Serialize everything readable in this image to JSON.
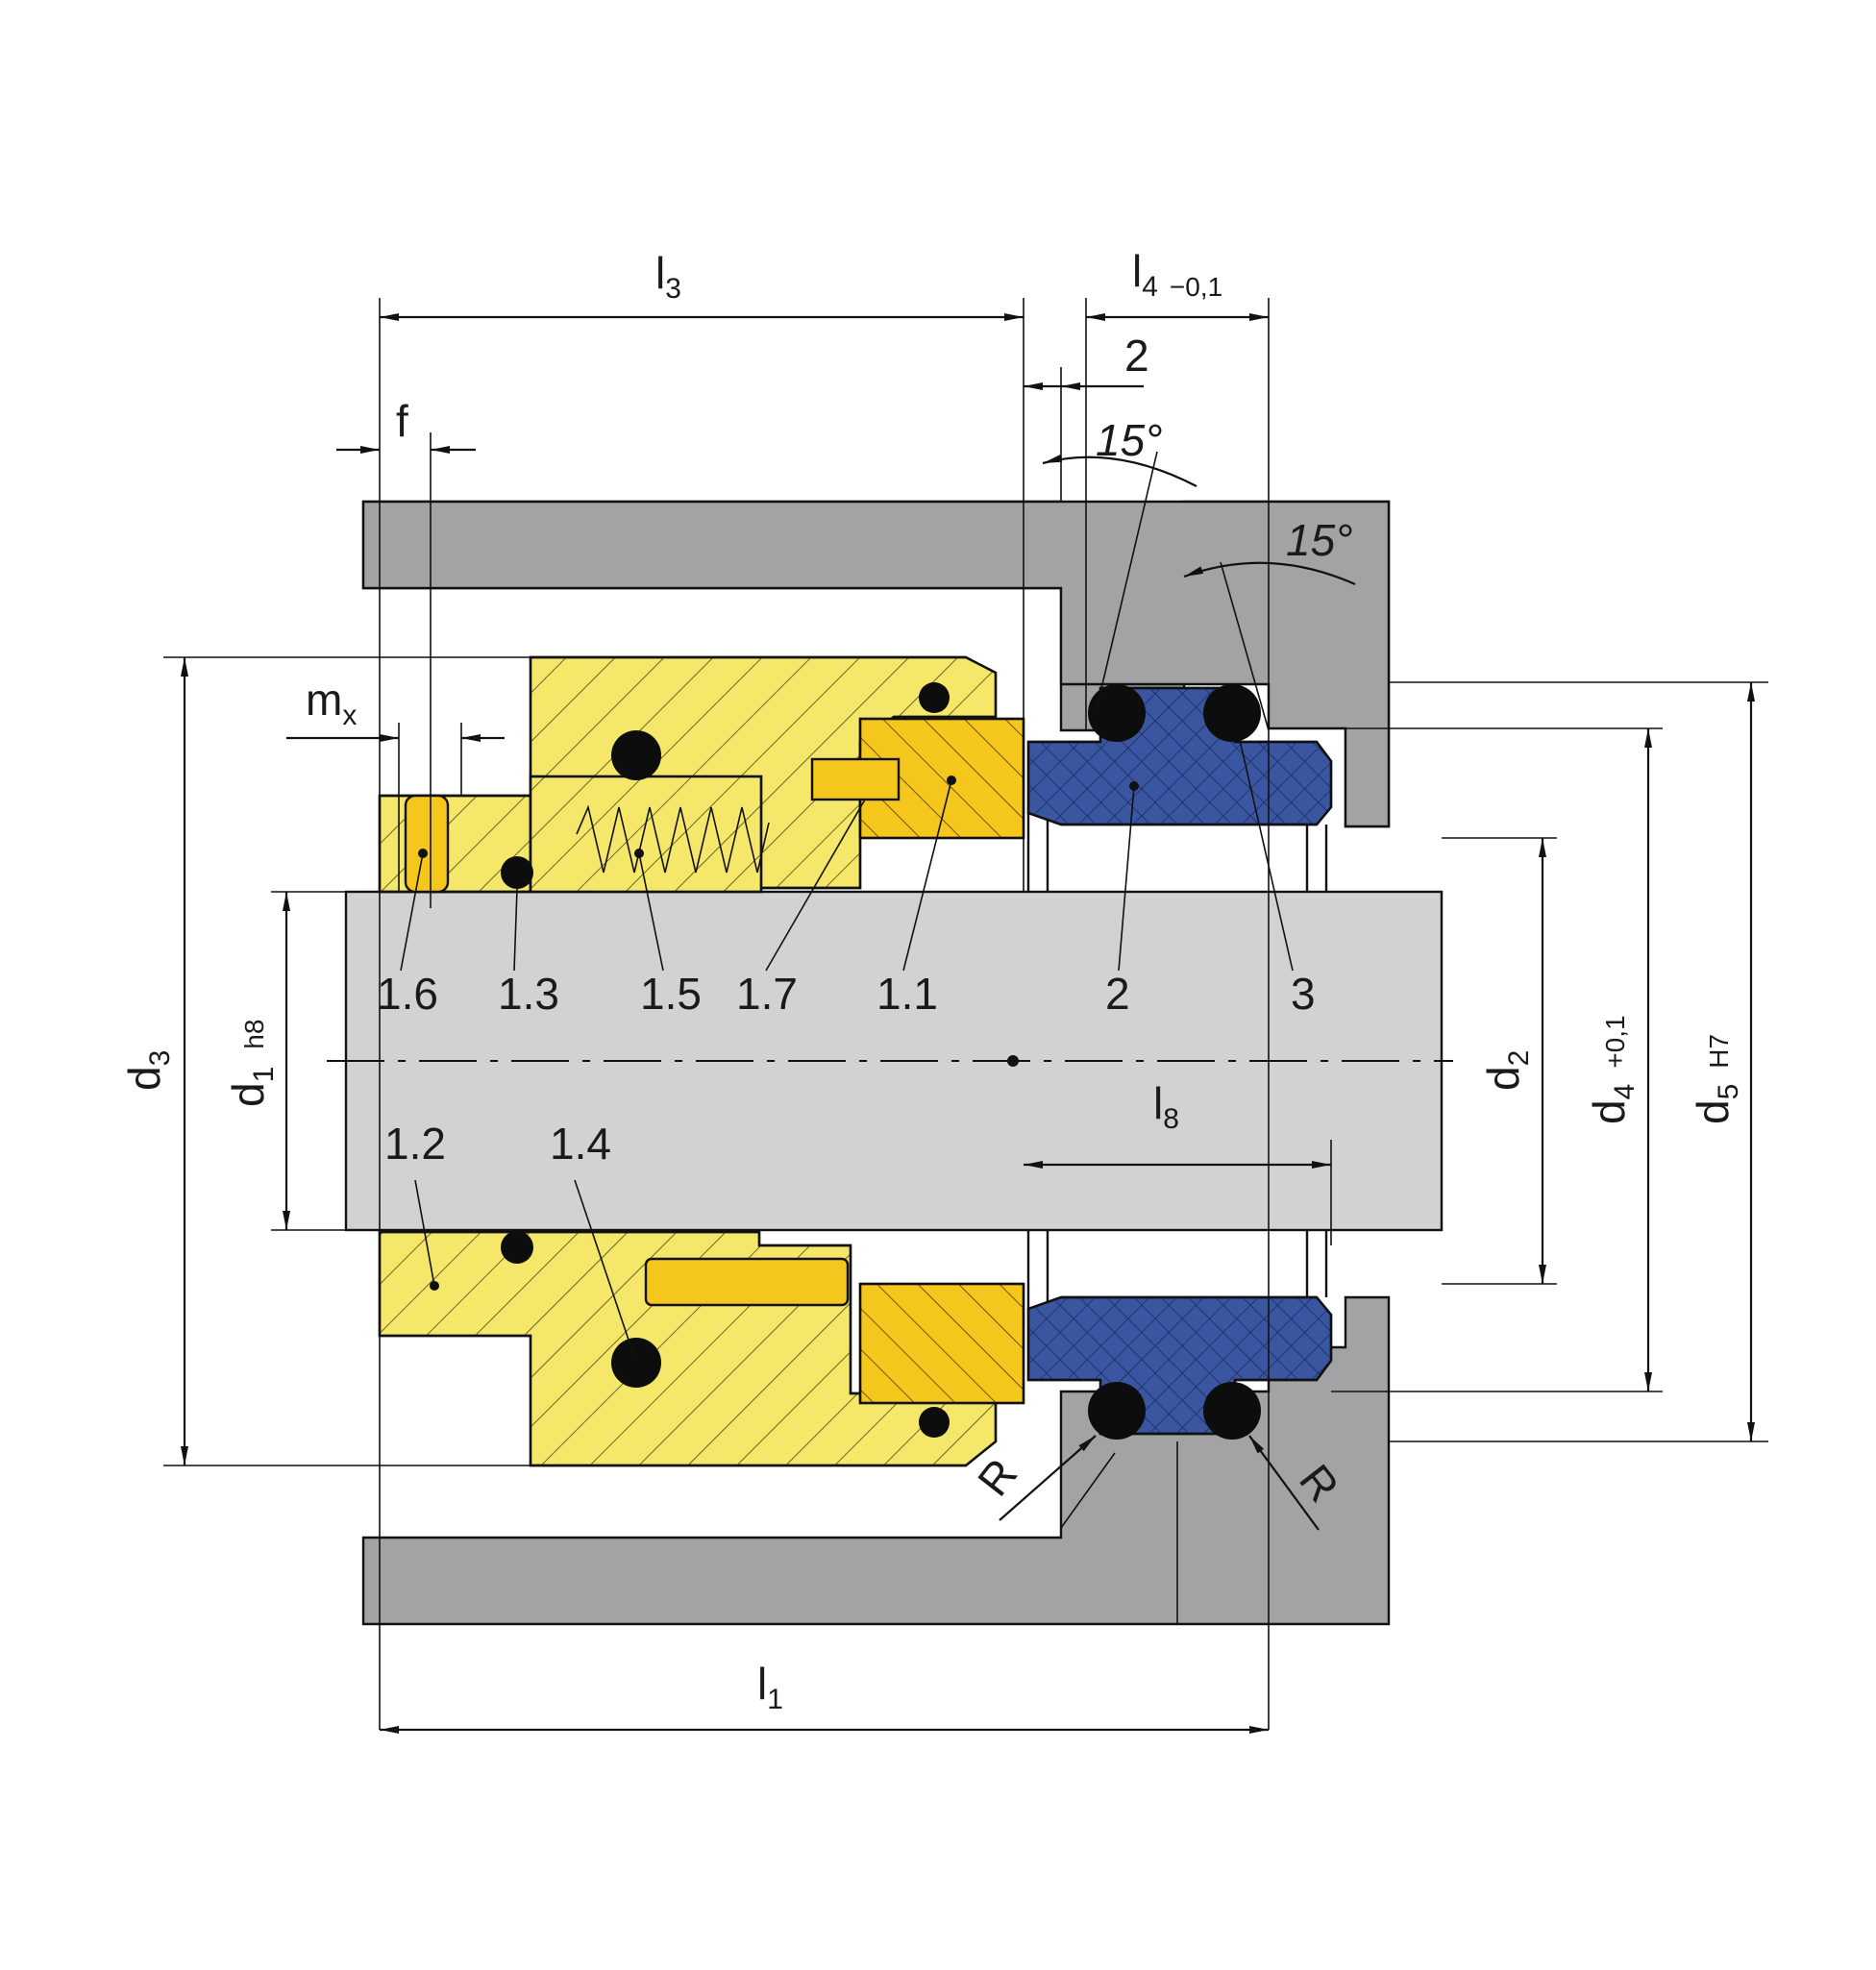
{
  "colors": {
    "housing": "#a3a3a5",
    "shaft": "#d2d2d4",
    "metal_part": "#f4e769",
    "seat_part": "#f5c61c",
    "elastomer": "#3b56a0",
    "oring": "#0d0d0d",
    "line": "#111111"
  },
  "part_labels": {
    "p1_6": "1.6",
    "p1_3": "1.3",
    "p1_5": "1.5",
    "p1_7": "1.7",
    "p1_1": "1.1",
    "p2": "2",
    "p3": "3",
    "p1_2": "1.2",
    "p1_4": "1.4"
  },
  "dimensions": {
    "l3": {
      "base": "l",
      "sub": "3"
    },
    "l4": {
      "base": "l",
      "sub": "4",
      "tol": "−0,1"
    },
    "gap": "2",
    "f": "f",
    "angle_top": "15°",
    "angle_right": "15°",
    "mx": {
      "base": "m",
      "sub": "x"
    },
    "d3": {
      "base": "d",
      "sub": "3"
    },
    "d1": {
      "base": "d",
      "sub": "1",
      "tol": "h8"
    },
    "d2": {
      "base": "d",
      "sub": "2"
    },
    "d4": {
      "base": "d",
      "sub": "4",
      "tol": "+0,1"
    },
    "d5": {
      "base": "d",
      "sub": "5",
      "tol": "H7"
    },
    "l8": {
      "base": "l",
      "sub": "8"
    },
    "l1": {
      "base": "l",
      "sub": "1"
    },
    "r_left": "R",
    "r_right": "R"
  }
}
